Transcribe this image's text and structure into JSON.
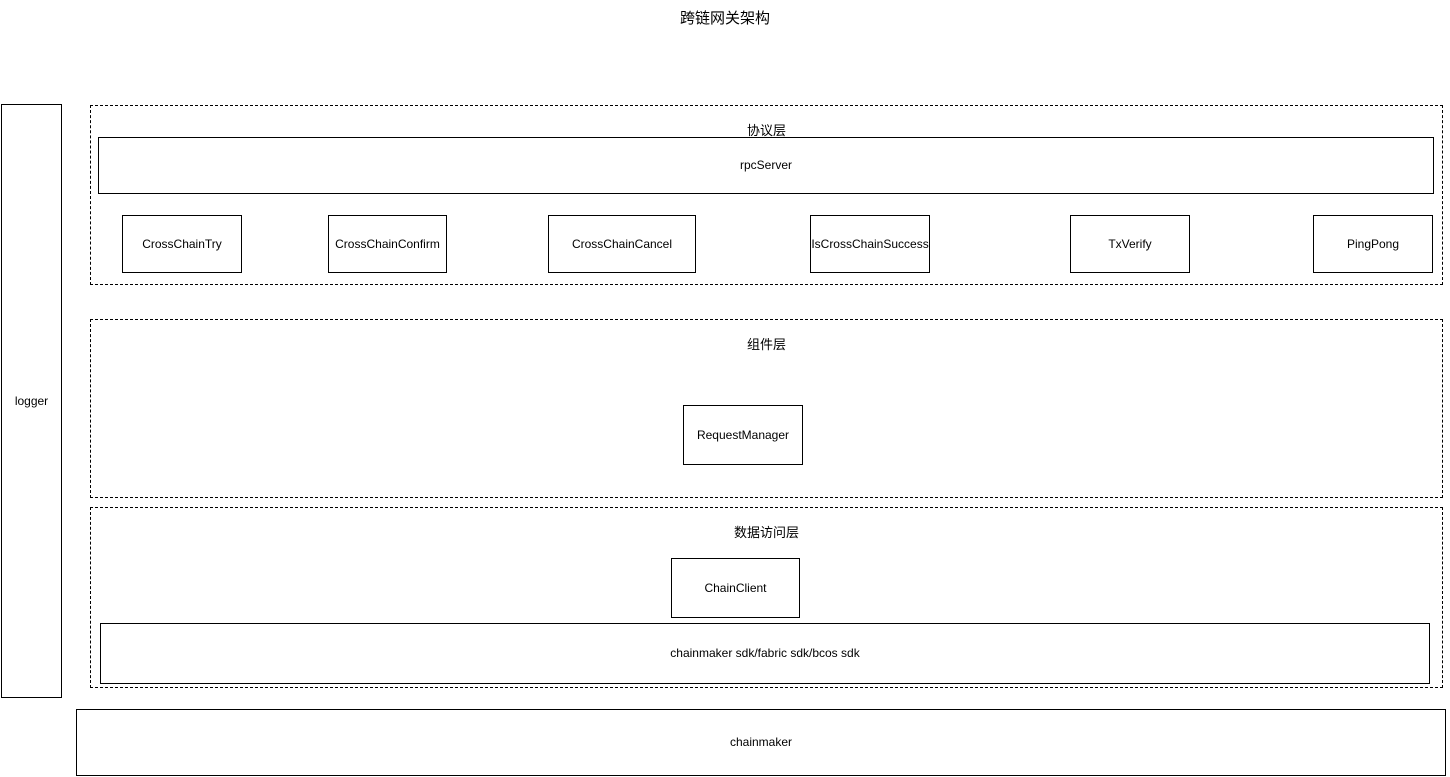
{
  "diagram": {
    "title": "跨链网关架构",
    "colors": {
      "line": "#000000",
      "background": "#ffffff"
    },
    "logger": {
      "label": "logger"
    },
    "layers": {
      "protocol": {
        "label": "协议层",
        "rpc_server_label": "rpcServer",
        "handlers": [
          "CrossChainTry",
          "CrossChainConfirm",
          "CrossChainCancel",
          "IsCrossChainSuccess",
          "TxVerify",
          "PingPong"
        ]
      },
      "component": {
        "label": "组件层",
        "request_manager_label": "RequestManager"
      },
      "data_access": {
        "label": "数据访问层",
        "chain_client_label": "ChainClient",
        "sdk_label": "chainmaker sdk/fabric sdk/bcos sdk"
      }
    },
    "chainmaker": {
      "label": "chainmaker"
    }
  }
}
